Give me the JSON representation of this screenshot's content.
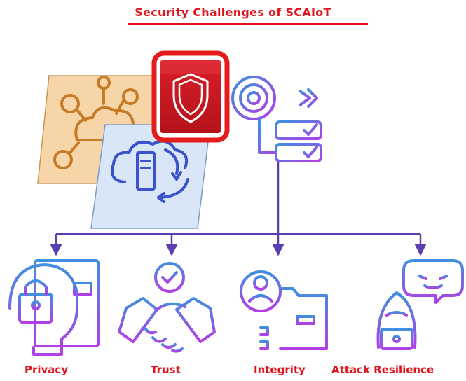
{
  "title": "Security Challenges of SCAIoT",
  "challenges": [
    {
      "label": "Privacy",
      "icon": "privacy-lock-icon"
    },
    {
      "label": "Trust",
      "icon": "handshake-icon"
    },
    {
      "label": "Integrity",
      "icon": "key-folder-icon"
    },
    {
      "label": "Attack Resilience",
      "icon": "hacker-icon"
    }
  ],
  "icons": {
    "hub": "network-cloud-icon",
    "cloud": "cloud-server-sync-icon",
    "shield": "shield-icon",
    "target": "target-checklist-icon"
  },
  "colors": {
    "title": "#e0141e",
    "connector": "#5b3fae",
    "icon_gradient_start": "#3f8fe0",
    "icon_gradient_end": "#b23fe6",
    "shield_frame": "#e41c1c",
    "orange_card": "#f6d6a8",
    "blue_card": "#d8e6f8"
  }
}
